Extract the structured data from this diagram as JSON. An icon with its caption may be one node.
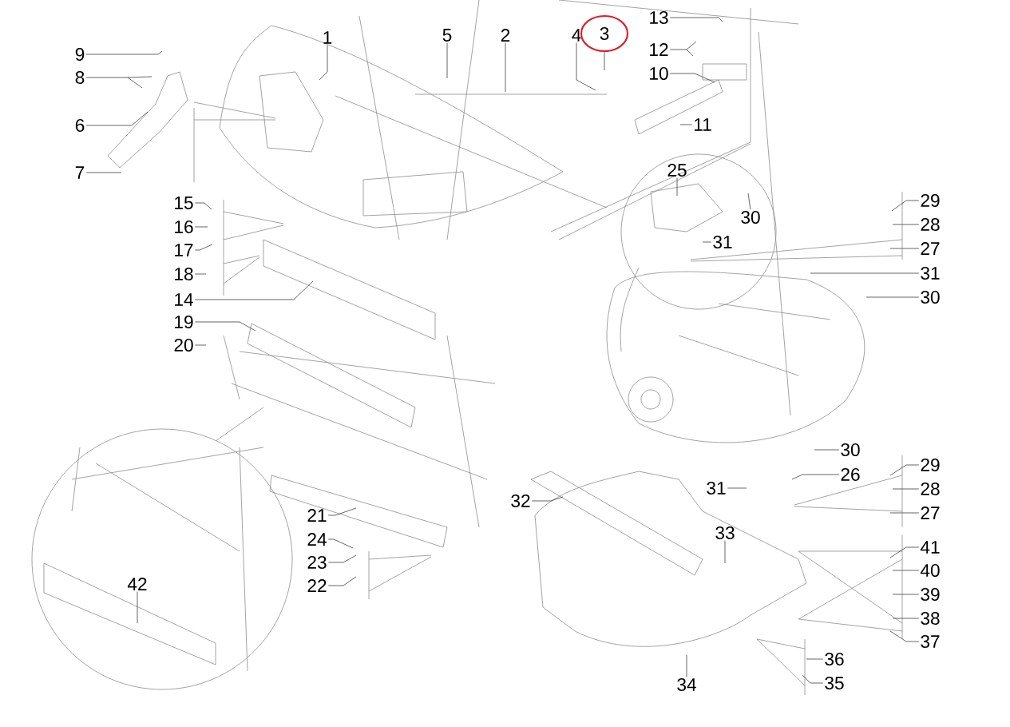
{
  "diagram": {
    "nodes": [
      {
        "text": [
          "1"
        ]
      },
      {
        "text": [
          "2"
        ]
      },
      {
        "text": [
          "4"
        ]
      },
      {
        "text": [
          "3"
        ]
      },
      {
        "text": [
          "5"
        ]
      },
      {
        "text": [
          "13"
        ]
      },
      {
        "text": [
          "9"
        ]
      },
      {
        "text": [
          "12"
        ]
      },
      {
        "text": [
          "8"
        ]
      },
      {
        "text": [
          "10"
        ]
      },
      {
        "text": [
          "6"
        ]
      },
      {
        "text": [
          "11"
        ]
      },
      {
        "text": [
          "7"
        ]
      },
      {
        "text": [
          "25"
        ]
      },
      {
        "text": [
          "15"
        ]
      },
      {
        "text": [
          "29"
        ]
      },
      {
        "text": [
          "16"
        ]
      },
      {
        "text": [
          "28"
        ]
      },
      {
        "text": [
          "30"
        ]
      },
      {
        "text": [
          "31"
        ]
      },
      {
        "text": [
          "27"
        ]
      },
      {
        "text": [
          "17"
        ]
      },
      {
        "text": [
          "18"
        ]
      },
      {
        "text": [
          "31"
        ]
      },
      {
        "text": [
          "30"
        ]
      },
      {
        "text": [
          "14"
        ]
      },
      {
        "text": [
          "19"
        ]
      },
      {
        "text": [
          "20"
        ]
      },
      {
        "text": [
          "30"
        ]
      },
      {
        "text": [
          "29"
        ]
      },
      {
        "text": [
          "26"
        ]
      },
      {
        "text": [
          "31"
        ]
      },
      {
        "text": [
          "28"
        ]
      },
      {
        "text": [
          "32"
        ]
      },
      {
        "text": [
          "27"
        ]
      },
      {
        "text": [
          "21"
        ]
      },
      {
        "text": [
          "33"
        ]
      },
      {
        "text": [
          "24"
        ]
      },
      {
        "text": [
          "41"
        ]
      },
      {
        "text": [
          "23"
        ]
      },
      {
        "text": [
          "40"
        ]
      },
      {
        "text": [
          "42"
        ]
      },
      {
        "text": [
          "22"
        ]
      },
      {
        "text": [
          "39"
        ]
      },
      {
        "text": [
          "38"
        ]
      },
      {
        "text": [
          "37"
        ]
      },
      {
        "text": [
          "36"
        ]
      },
      {
        "text": [
          "35"
        ]
      },
      {
        "text": [
          "34"
        ]
      }
    ],
    "edges": [
      {
        "from": 0,
        "to": null,
        "arrow": "none"
      },
      {
        "from": 1,
        "to": null,
        "arrow": "none"
      },
      {
        "from": 2,
        "to": null,
        "arrow": "none"
      },
      {
        "from": 3,
        "to": null,
        "arrow": "none"
      },
      {
        "from": 4,
        "to": null,
        "arrow": "none"
      },
      {
        "from": 5,
        "to": null,
        "arrow": "none"
      },
      {
        "from": 6,
        "to": null,
        "arrow": "none"
      },
      {
        "from": 7,
        "to": null,
        "arrow": "none"
      },
      {
        "from": 8,
        "to": null,
        "arrow": "none"
      },
      {
        "from": 9,
        "to": null,
        "arrow": "none"
      },
      {
        "from": 10,
        "to": null,
        "arrow": "none"
      },
      {
        "from": 11,
        "to": null,
        "arrow": "none"
      },
      {
        "from": 12,
        "to": null,
        "arrow": "none"
      },
      {
        "from": 13,
        "to": null,
        "arrow": "none"
      },
      {
        "from": 14,
        "to": null,
        "arrow": "none"
      },
      {
        "from": 15,
        "to": null,
        "arrow": "none"
      },
      {
        "from": 16,
        "to": null,
        "arrow": "none"
      },
      {
        "from": 17,
        "to": null,
        "arrow": "none"
      },
      {
        "from": 18,
        "to": null,
        "arrow": "none"
      },
      {
        "from": 19,
        "to": null,
        "arrow": "none"
      },
      {
        "from": 20,
        "to": null,
        "arrow": "none"
      },
      {
        "from": 21,
        "to": null,
        "arrow": "none"
      },
      {
        "from": 22,
        "to": null,
        "arrow": "none"
      },
      {
        "from": 23,
        "to": null,
        "arrow": "none"
      },
      {
        "from": 24,
        "to": null,
        "arrow": "none"
      },
      {
        "from": 25,
        "to": null,
        "arrow": "none"
      },
      {
        "from": 26,
        "to": null,
        "arrow": "none"
      },
      {
        "from": 27,
        "to": null,
        "arrow": "none"
      },
      {
        "from": 28,
        "to": null,
        "arrow": "none"
      },
      {
        "from": 29,
        "to": null,
        "arrow": "none"
      },
      {
        "from": 30,
        "to": null,
        "arrow": "none"
      },
      {
        "from": 31,
        "to": null,
        "arrow": "none"
      },
      {
        "from": 32,
        "to": null,
        "arrow": "none"
      },
      {
        "from": 33,
        "to": null,
        "arrow": "none"
      },
      {
        "from": 34,
        "to": null,
        "arrow": "none"
      },
      {
        "from": 35,
        "to": null,
        "arrow": "none"
      },
      {
        "from": 36,
        "to": null,
        "arrow": "none"
      },
      {
        "from": 37,
        "to": null,
        "arrow": "none"
      },
      {
        "from": 38,
        "to": null,
        "arrow": "none"
      },
      {
        "from": 39,
        "to": null,
        "arrow": "none"
      },
      {
        "from": 40,
        "to": null,
        "arrow": "none"
      },
      {
        "from": 41,
        "to": null,
        "arrow": "none"
      },
      {
        "from": 42,
        "to": null,
        "arrow": "none"
      },
      {
        "from": 43,
        "to": null,
        "arrow": "none"
      },
      {
        "from": 44,
        "to": null,
        "arrow": "none"
      },
      {
        "from": 45,
        "to": null,
        "arrow": "none"
      },
      {
        "from": 46,
        "to": null,
        "arrow": "none"
      },
      {
        "from": 47,
        "to": null,
        "arrow": "none"
      },
      {
        "from": 48,
        "to": null,
        "arrow": "none"
      }
    ]
  }
}
